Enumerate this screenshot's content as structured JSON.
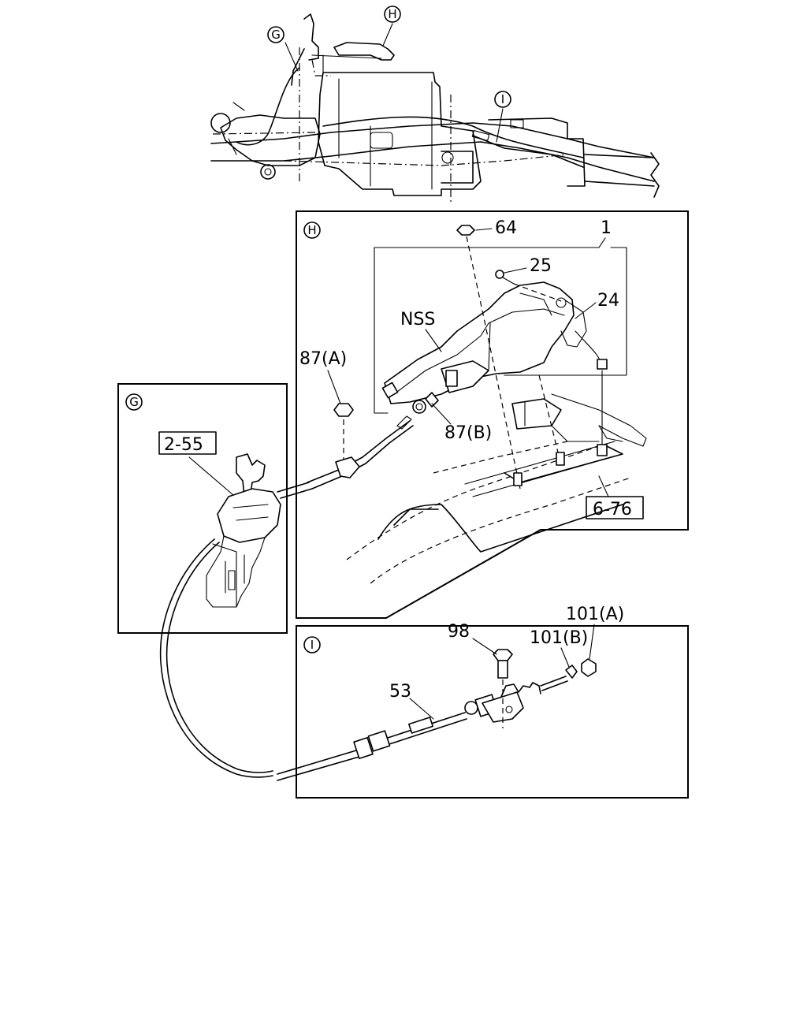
{
  "overview": {
    "callouts": {
      "g": "G",
      "h": "H",
      "i": "I"
    }
  },
  "panel_h": {
    "tag": "H",
    "parts": {
      "p64": "64",
      "p1": "1",
      "p25": "25",
      "p24": "24",
      "nss": "NSS",
      "p87a": "87(A)",
      "p87b": "87(B)",
      "ref676": "6-76"
    }
  },
  "panel_g": {
    "tag": "G",
    "ref255": "2-55"
  },
  "panel_i": {
    "tag": "I",
    "parts": {
      "p98": "98",
      "p101a": "101(A)",
      "p101b": "101(B)",
      "p53": "53"
    }
  }
}
